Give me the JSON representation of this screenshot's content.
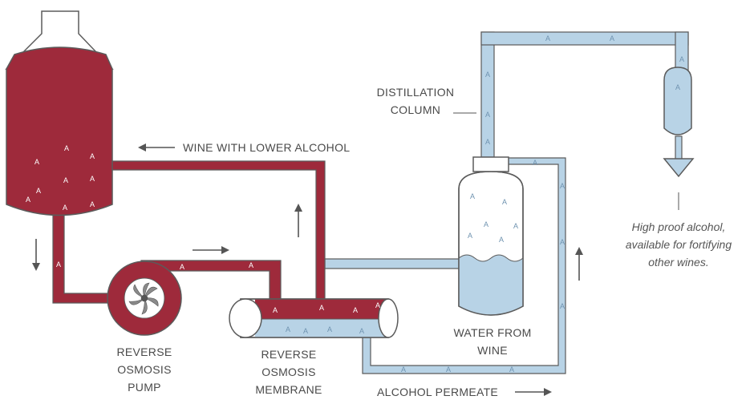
{
  "labels": {
    "wine_lower_alcohol": "WINE WITH LOWER ALCOHOL",
    "distillation_col_1": "DISTILLATION",
    "distillation_col_2": "COLUMN",
    "pump_1": "REVERSE",
    "pump_2": "OSMOSIS",
    "pump_3": "PUMP",
    "membrane_1": "REVERSE",
    "membrane_2": "OSMOSIS",
    "membrane_3": "MEMBRANE",
    "water_1": "WATER FROM",
    "water_2": "WINE",
    "alcohol_permeate": "ALCOHOL PERMEATE",
    "note_1": "High proof alcohol,",
    "note_2": "available for fortifying",
    "note_3": "other wines."
  },
  "molecule_mark": "A",
  "colors": {
    "wine": "#9e2a3b",
    "water": "#b8d3e6",
    "outline": "#5b5b5b",
    "text": "#4a4a4a",
    "arrow": "#555555"
  }
}
